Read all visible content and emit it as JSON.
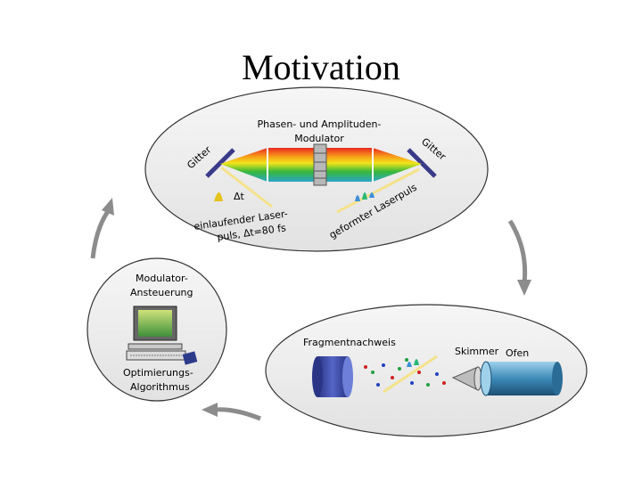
{
  "slide": {
    "title": "Motivation"
  },
  "top_module": {
    "grating_left": "Gitter",
    "grating_right": "Gitter",
    "modulator_line1": "Phasen- und Amplituden-",
    "modulator_line2": "Modulator",
    "input_pulse_line1": "einlaufender Laser-",
    "input_pulse_line2": "puls, Δt=80 fs",
    "shaped_pulse": "geformter Laserpuls",
    "pulse_tag": "Δt"
  },
  "left_module": {
    "heading_line1": "Modulator-",
    "heading_line2": "Ansteuerung",
    "footer_line1": "Optimierungs-",
    "footer_line2": "Algorithmus"
  },
  "right_module": {
    "detection": "Fragmentnachweis",
    "skimmer": "Skimmer",
    "oven": "Ofen"
  },
  "colors": {
    "arrow": "#8c8c8c",
    "ellipse_fill": "#ececec",
    "cylinder_blue": "#3f4fa8",
    "oven_blue": "#3d8ab8"
  }
}
